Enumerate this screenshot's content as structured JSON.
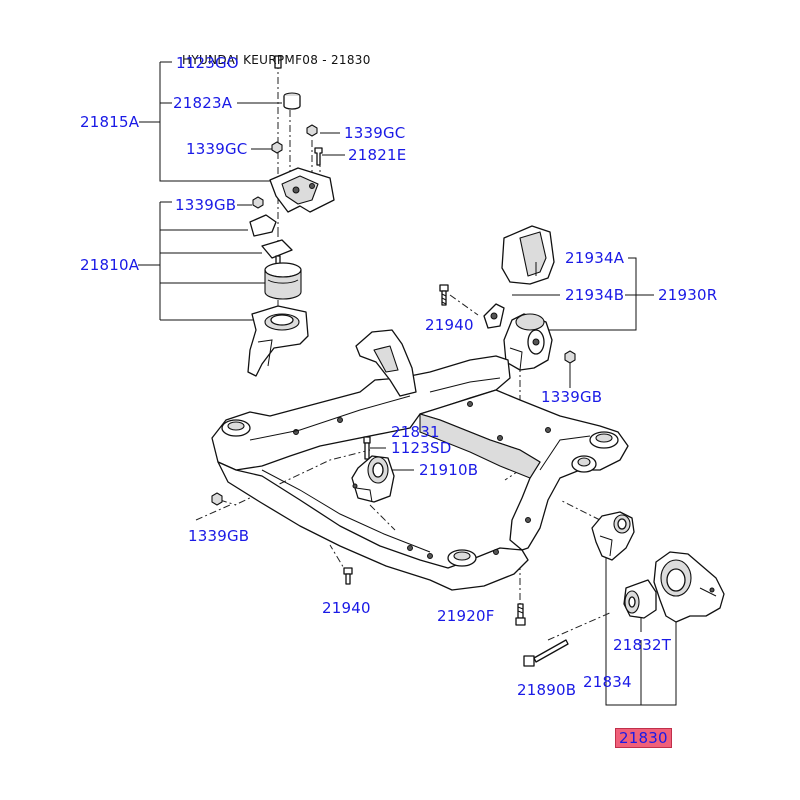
{
  "header": "HYUNDAI KEURPMF08 - 21830",
  "labels": {
    "l_1123go": "1123GO",
    "l_21823a": "21823A",
    "l_21815a": "21815A",
    "l_1339gc_r": "1339GC",
    "l_1339gc_l": "1339GC",
    "l_21821e": "21821E",
    "l_1339gb_top": "1339GB",
    "l_21810a": "21810A",
    "l_21934a": "21934A",
    "l_21934b": "21934B",
    "l_21930r": "21930R",
    "l_21940_r": "21940",
    "l_1339gb_r": "1339GB",
    "l_21831": "21831",
    "l_1123sd": "1123SD",
    "l_21910b": "21910B",
    "l_1339gb_l": "1339GB",
    "l_21940_l": "21940",
    "l_21920f": "21920F",
    "l_21832t": "21832T",
    "l_21890b": "21890B",
    "l_21834": "21834",
    "l_21830": "21830"
  },
  "colors": {
    "label": "#1a1ae6",
    "highlight": "#f0607a",
    "line": "#111111"
  }
}
